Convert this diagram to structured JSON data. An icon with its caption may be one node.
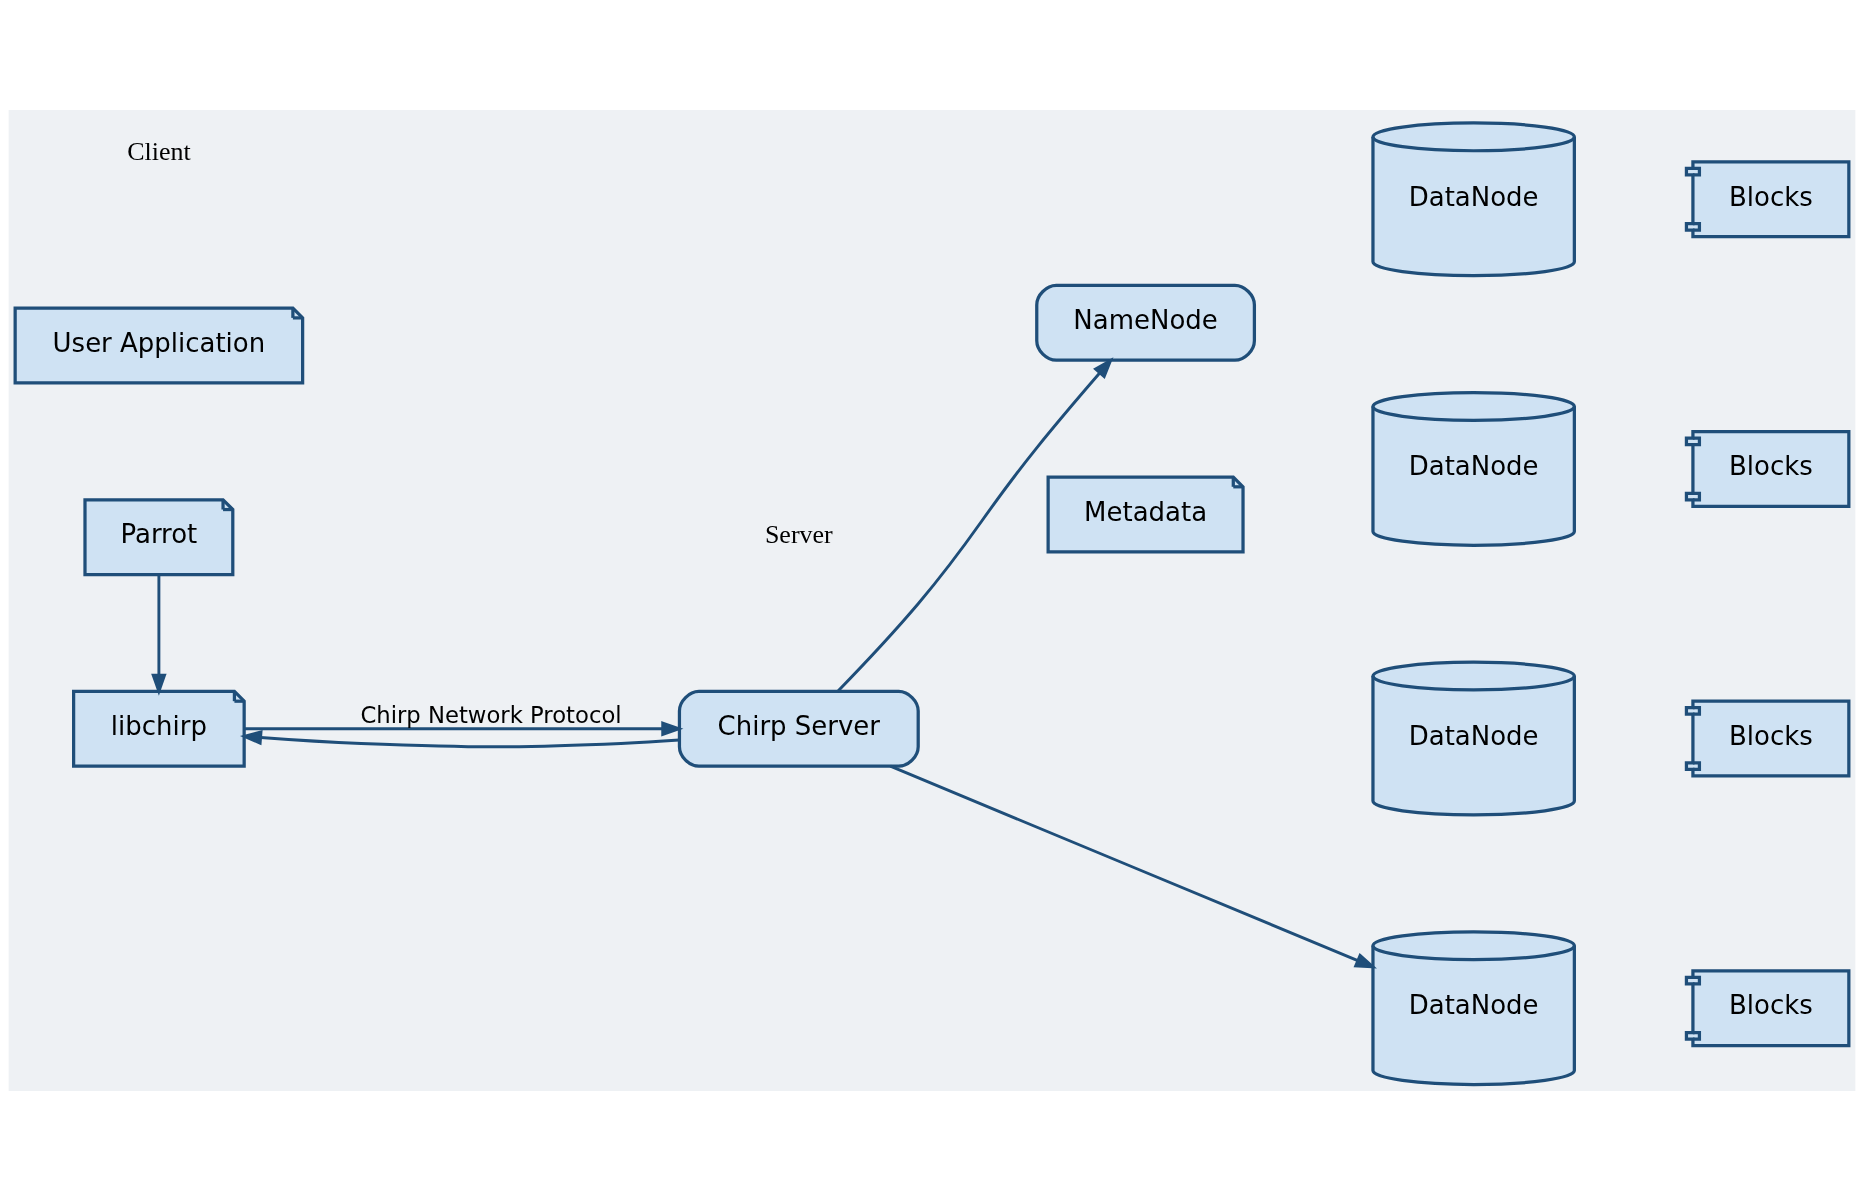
{
  "diagram": {
    "nodes": [
      {
        "text": [
          "User Application"
        ]
      },
      {
        "text": [
          "Parrot"
        ]
      },
      {
        "text": [
          "libchirp"
        ]
      },
      {
        "text": [
          "Chirp Server"
        ]
      },
      {
        "text": [
          "NameNode"
        ]
      },
      {
        "text": [
          "Metadata"
        ]
      },
      {
        "text": [
          "DataNode"
        ]
      },
      {
        "text": [
          "Blocks"
        ]
      },
      {
        "text": [
          "DataNode"
        ]
      },
      {
        "text": [
          "Blocks"
        ]
      },
      {
        "text": [
          "DataNode"
        ]
      },
      {
        "text": [
          "Blocks"
        ]
      },
      {
        "text": [
          "DataNode"
        ]
      },
      {
        "text": [
          "Blocks"
        ]
      }
    ],
    "edges": [
      {
        "from": 1,
        "to": 2,
        "arrow": "to"
      },
      {
        "from": 2,
        "to": 3,
        "arrow": "to",
        "label": "Chirp Network Protocol"
      },
      {
        "from": 3,
        "to": 2,
        "arrow": "to"
      },
      {
        "from": 3,
        "to": 4,
        "arrow": "to"
      },
      {
        "from": 3,
        "to": 12,
        "arrow": "to"
      }
    ],
    "labels": [
      "Client",
      "Server"
    ]
  }
}
